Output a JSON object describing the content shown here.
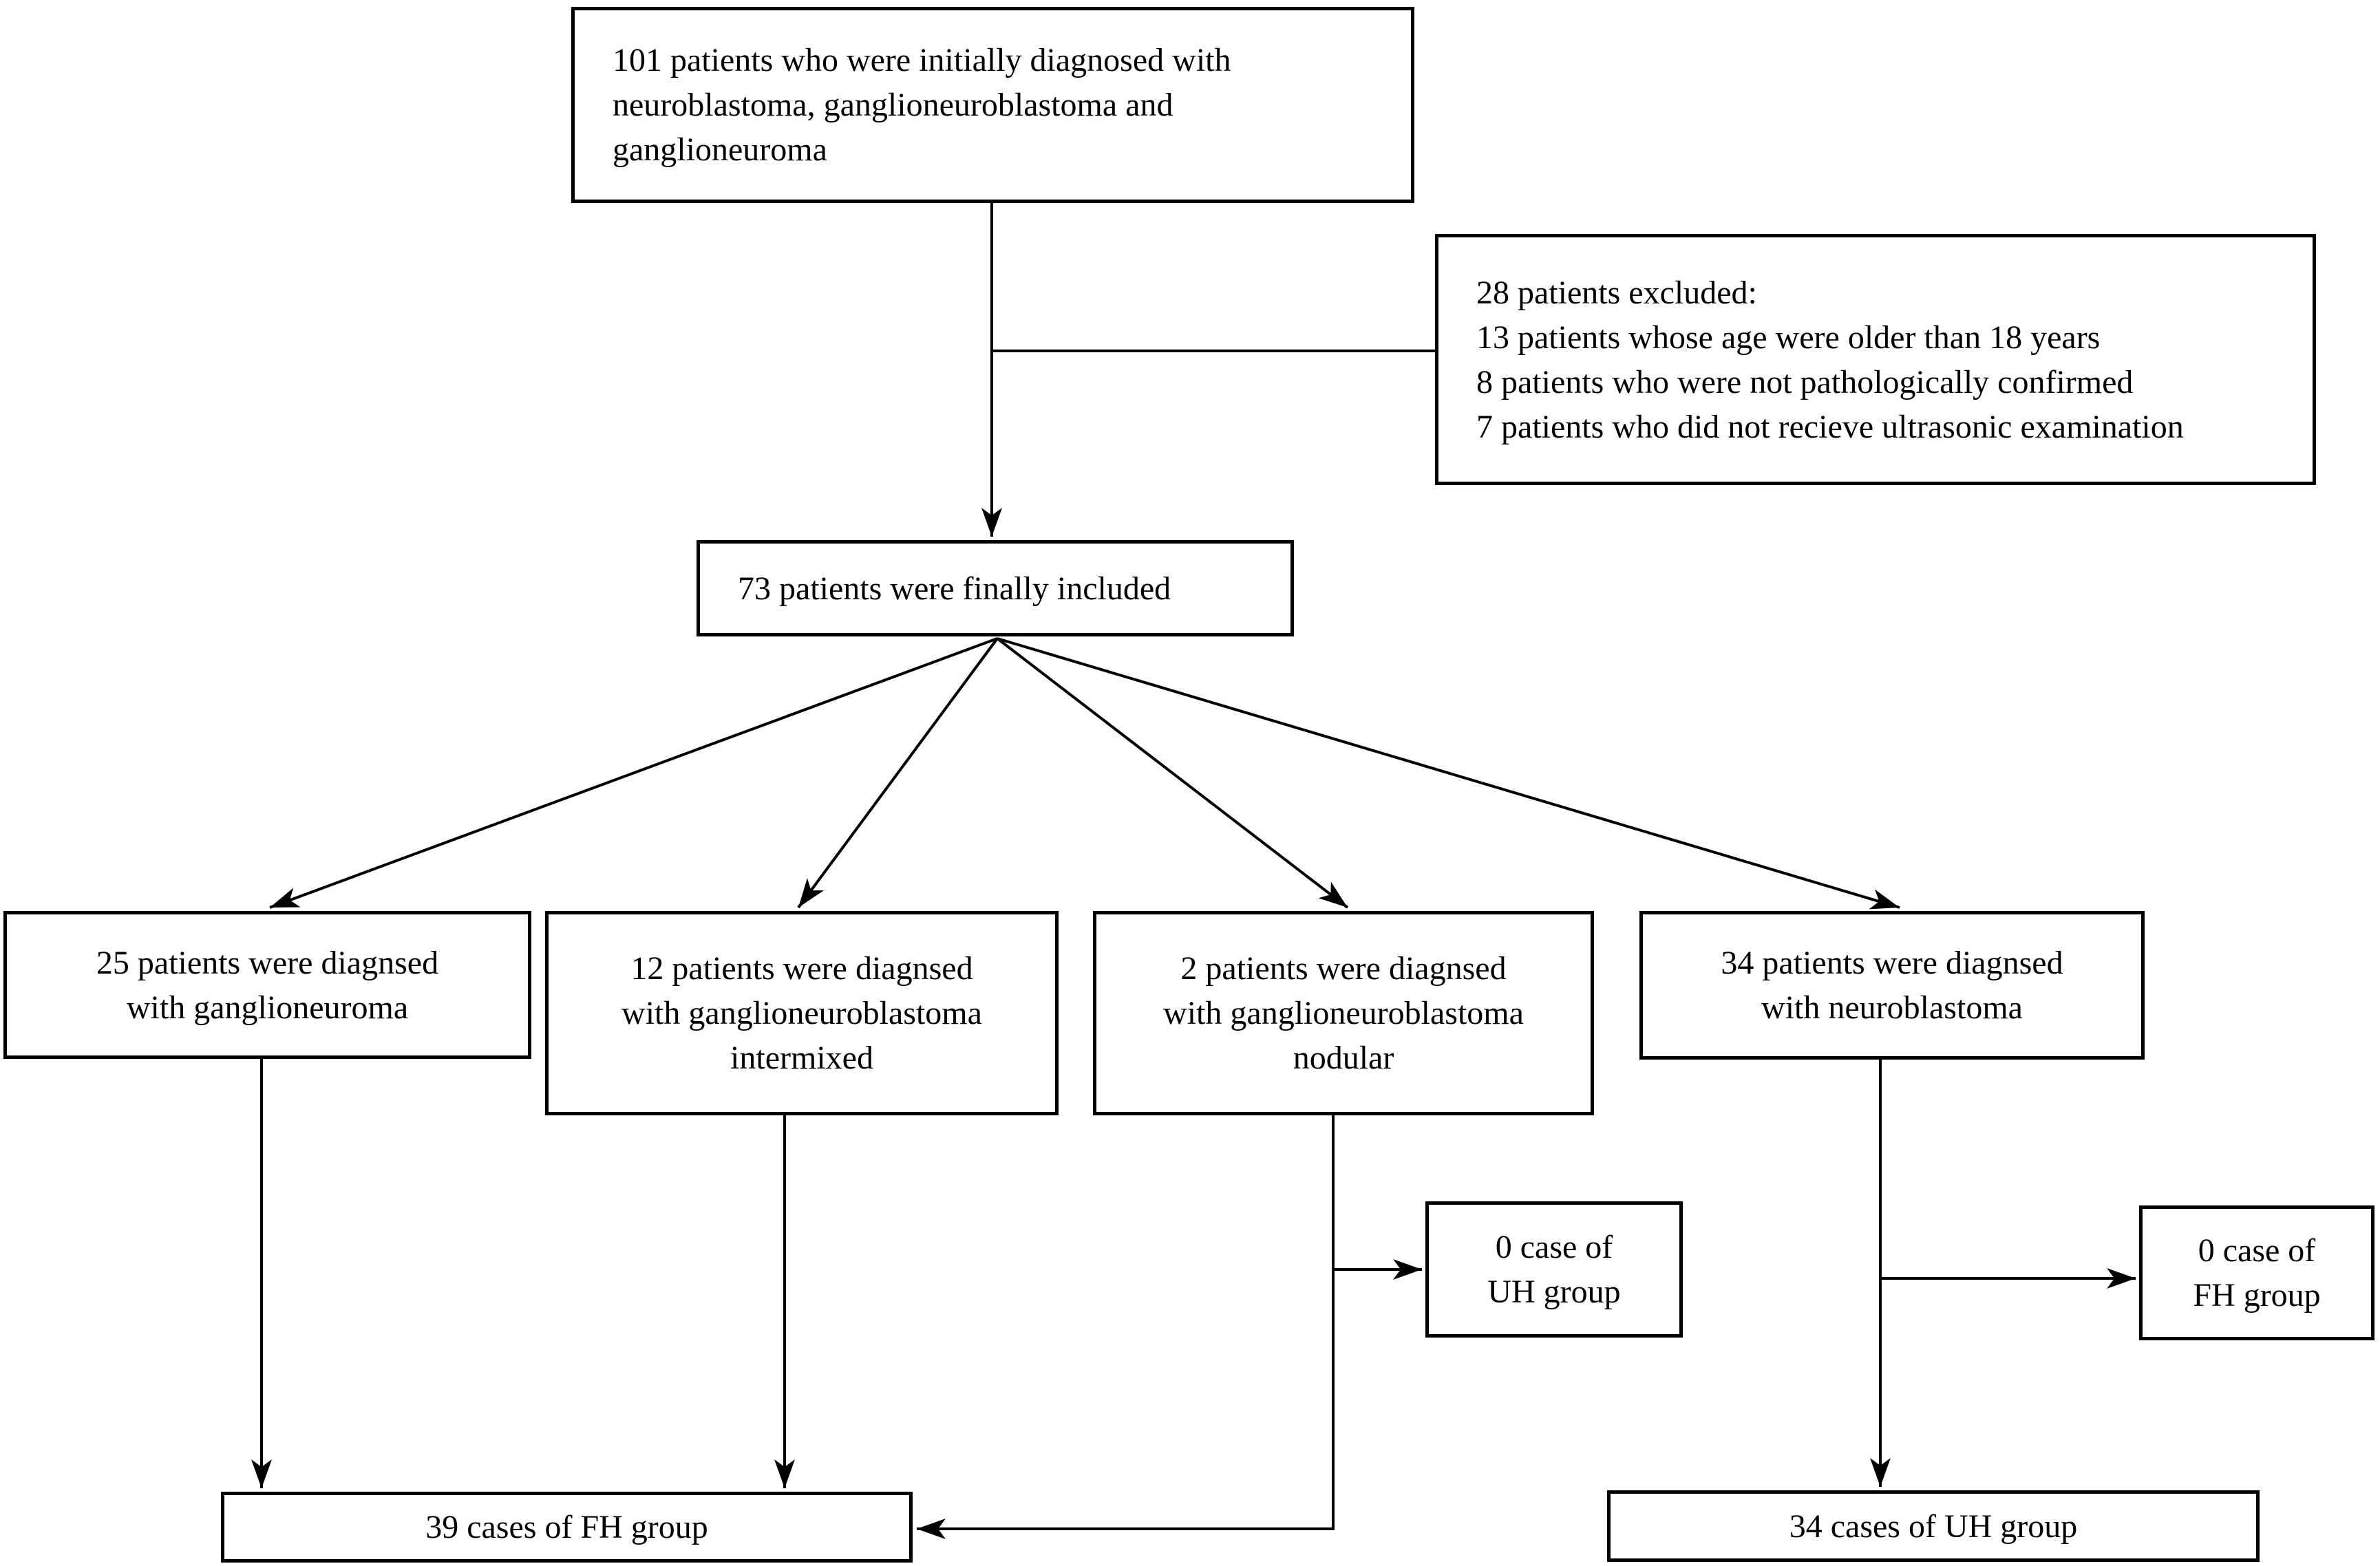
{
  "colors": {
    "background": "#ffffff",
    "box_border": "#000000",
    "box_background": "#ffffff",
    "text": "#000000",
    "connector": "#000000"
  },
  "boxes": {
    "initial": {
      "lines": [
        "101 patients who were initially diagnosed with",
        "neuroblastoma, ganglioneuroblastoma and",
        "ganglioneuroma"
      ]
    },
    "excluded": {
      "lines": [
        "28 patients excluded:",
        "13 patients whose age were older than 18 years",
        "8 patients who were not pathologically confirmed",
        "7 patients who did not recieve ultrasonic examination"
      ]
    },
    "included": {
      "lines": [
        "73 patients were finally included"
      ]
    },
    "ganglioneuroma": {
      "lines": [
        "25 patients were diagnsed",
        "with ganglioneuroma"
      ]
    },
    "gnb_intermixed": {
      "lines": [
        "12 patients were diagnsed",
        "with ganglioneuroblastoma",
        "intermixed"
      ]
    },
    "gnb_nodular": {
      "lines": [
        "2 patients were diagnsed",
        "with ganglioneuroblastoma",
        "nodular"
      ]
    },
    "neuroblastoma": {
      "lines": [
        "34 patients were diagnsed",
        "with neuroblastoma"
      ]
    },
    "uh_zero": {
      "lines": [
        "0 case of",
        "UH group"
      ]
    },
    "fh_zero": {
      "lines": [
        "0 case of",
        "FH group"
      ]
    },
    "fh_group": {
      "lines": [
        "39 cases of FH group"
      ]
    },
    "uh_group": {
      "lines": [
        "34 cases of UH group"
      ]
    }
  },
  "connections": [
    {
      "from": "initial",
      "to": "included",
      "type": "arrow"
    },
    {
      "from": "initial",
      "to": "excluded",
      "type": "line"
    },
    {
      "from": "included",
      "to": "ganglioneuroma",
      "type": "arrow"
    },
    {
      "from": "included",
      "to": "gnb_intermixed",
      "type": "arrow"
    },
    {
      "from": "included",
      "to": "gnb_nodular",
      "type": "arrow"
    },
    {
      "from": "included",
      "to": "neuroblastoma",
      "type": "arrow"
    },
    {
      "from": "ganglioneuroma",
      "to": "fh_group",
      "type": "arrow"
    },
    {
      "from": "gnb_intermixed",
      "to": "fh_group",
      "type": "arrow"
    },
    {
      "from": "gnb_nodular",
      "to": "fh_group",
      "type": "arrow"
    },
    {
      "from": "gnb_nodular",
      "to": "uh_zero",
      "type": "arrow"
    },
    {
      "from": "neuroblastoma",
      "to": "uh_group",
      "type": "arrow"
    },
    {
      "from": "neuroblastoma",
      "to": "fh_zero",
      "type": "arrow"
    }
  ]
}
